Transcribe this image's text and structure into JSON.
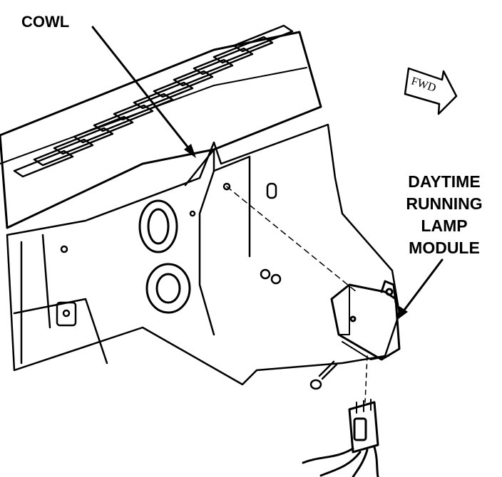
{
  "labels": {
    "cowl": "COWL",
    "module_line1": "DAYTIME",
    "module_line2": "RUNNING",
    "module_line3": "LAMP",
    "module_line4": "MODULE"
  },
  "fwd_arrow": {
    "text": "FWD"
  },
  "colors": {
    "ink": "#000000",
    "paper": "#ffffff"
  }
}
